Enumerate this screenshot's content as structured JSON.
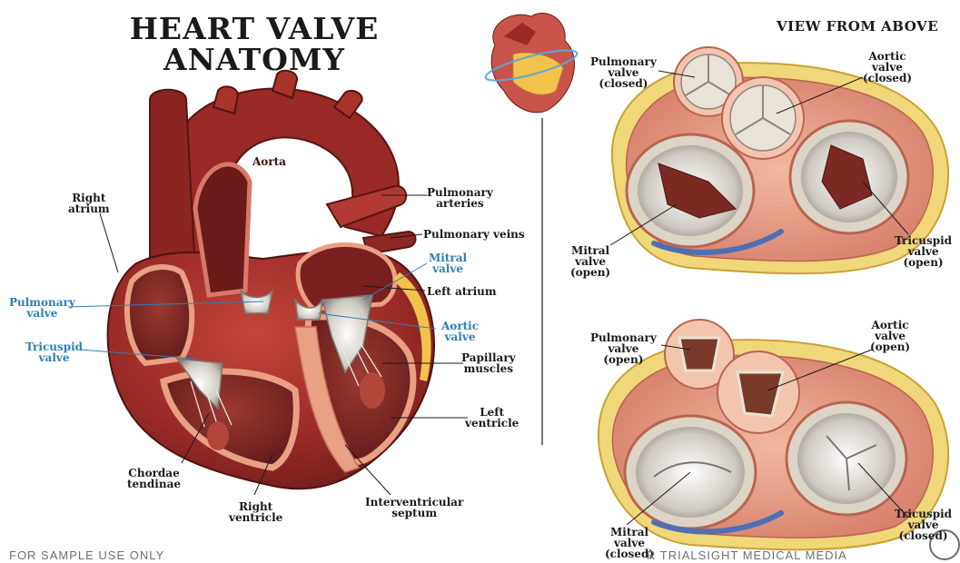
{
  "title": {
    "line1": "HEART VALVE",
    "line2": "ANATOMY"
  },
  "subtitle": "VIEW FROM ABOVE",
  "labels": {
    "aorta": "Aorta",
    "right_atrium": [
      "Right",
      "atrium"
    ],
    "pulmonary_arteries": [
      "Pulmonary",
      "arteries"
    ],
    "pulmonary_veins": "Pulmonary veins",
    "mitral_valve": [
      "Mitral",
      "valve"
    ],
    "left_atrium": "Left  atrium",
    "pulmonary_valve": [
      "Pulmonary",
      "valve"
    ],
    "aortic_valve": [
      "Aortic",
      "valve"
    ],
    "tricuspid_valve": [
      "Tricuspid",
      "valve"
    ],
    "papillary_muscles": [
      "Papillary",
      "muscles"
    ],
    "left_ventricle": [
      "Left",
      "ventricle"
    ],
    "chordae_tendinae": [
      "Chordae",
      "tendinae"
    ],
    "right_ventricle": [
      "Right",
      "ventricle"
    ],
    "interventricular_septum": [
      "Interventricular",
      "septum"
    ]
  },
  "top_view": {
    "pulmonary_valve": [
      "Pulmonary",
      "valve",
      "(closed)"
    ],
    "aortic_valve": [
      "Aortic",
      "valve",
      "(closed)"
    ],
    "mitral_valve": [
      "Mitral",
      "valve",
      "(open)"
    ],
    "tricuspid_valve": [
      "Tricuspid",
      "valve",
      "(open)"
    ]
  },
  "bottom_view": {
    "pulmonary_valve": [
      "Pulmonary",
      "valve",
      "(open)"
    ],
    "aortic_valve": [
      "Aortic",
      "valve",
      "(open)"
    ],
    "mitral_valve": [
      "Mitral",
      "valve",
      "(closed)"
    ],
    "tricuspid_valve": [
      "Tricuspid",
      "valve",
      "(closed)"
    ]
  },
  "footer": {
    "left": "FOR SAMPLE USE ONLY",
    "right": "R TRIALSIGHT MEDICAL MEDIA"
  },
  "colors": {
    "heart_dark": "#7a1f1f",
    "heart_mid": "#a8342c",
    "heart_light": "#d9776a",
    "muscle": "#e9a083",
    "valve": "#e6e3dc",
    "fat": "#f3c24d",
    "label_blue": "#2f7fb5"
  }
}
